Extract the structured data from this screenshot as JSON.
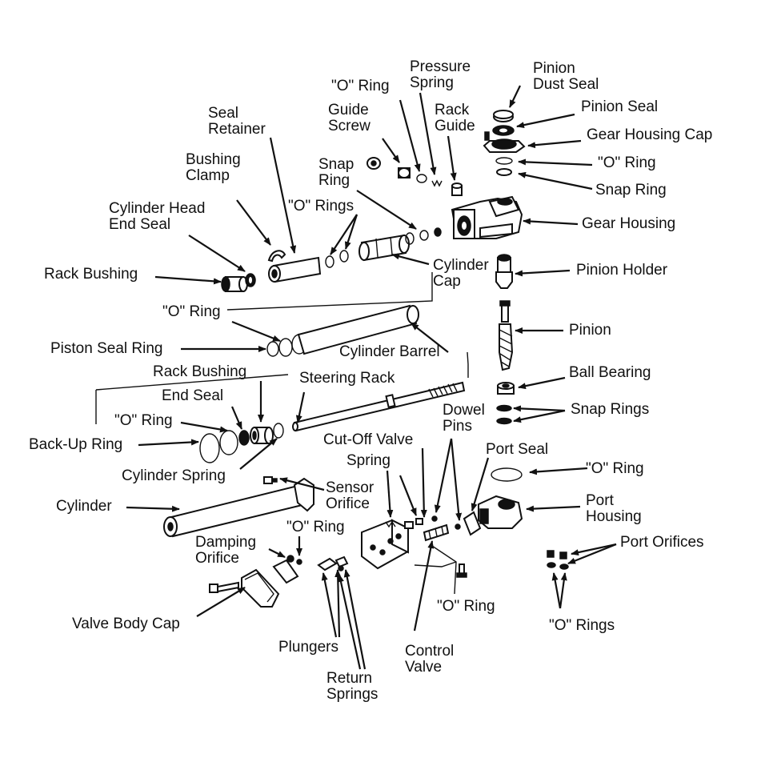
{
  "labels": {
    "pinion_dust_seal": [
      "Pinion",
      "Dust Seal"
    ],
    "pressure_spring": [
      "Pressure",
      "Spring"
    ],
    "o_ring_top": "\"O\" Ring",
    "pinion_seal": "Pinion Seal",
    "rack_guide": [
      "Rack",
      "Guide"
    ],
    "guide_screw": [
      "Guide",
      "Screw"
    ],
    "seal_retainer": [
      "Seal",
      "Retainer"
    ],
    "gear_housing_cap": "Gear Housing Cap",
    "o_ring_right1": "\"O\" Ring",
    "bushing_clamp": [
      "Bushing",
      "Clamp"
    ],
    "snap_ring_top": [
      "Snap",
      "Ring"
    ],
    "snap_ring_right": "Snap Ring",
    "cylinder_head_end_seal": [
      "Cylinder Head",
      "End Seal"
    ],
    "o_rings_mid": "\"O\" Rings",
    "gear_housing": "Gear Housing",
    "rack_bushing_top": "Rack Bushing",
    "cylinder_cap": [
      "Cylinder",
      "Cap"
    ],
    "pinion_holder": "Pinion Holder",
    "o_ring_left": "\"O\" Ring",
    "pinion": "Pinion",
    "piston_seal_ring": "Piston Seal Ring",
    "cylinder_barrel": "Cylinder Barrel",
    "rack_bushing_mid": "Rack Bushing",
    "ball_bearing": "Ball Bearing",
    "steering_rack": "Steering Rack",
    "end_seal": "End Seal",
    "dowel_pins": [
      "Dowel",
      "Pins"
    ],
    "snap_rings": "Snap Rings",
    "o_ring_lower": "\"O\" Ring",
    "back_up_ring": "Back-Up Ring",
    "cut_off_valve": "Cut-Off Valve",
    "port_seal": "Port Seal",
    "spring": "Spring",
    "o_ring_port": "\"O\" Ring",
    "cylinder_spring": "Cylinder Spring",
    "sensor_orifice": [
      "Sensor",
      "Orifice"
    ],
    "port_housing": [
      "Port",
      "Housing"
    ],
    "cylinder": "Cylinder",
    "o_ring_valve": "\"O\" Ring",
    "port_orifices": "Port Orifices",
    "damping_orifice": [
      "Damping",
      "Orifice"
    ],
    "valve_body_cap": "Valve Body Cap",
    "o_ring_control": "\"O\" Ring",
    "o_rings_bottom": "\"O\" Rings",
    "plungers": "Plungers",
    "control_valve": [
      "Control",
      "Valve"
    ],
    "return_springs": [
      "Return",
      "Springs"
    ]
  }
}
